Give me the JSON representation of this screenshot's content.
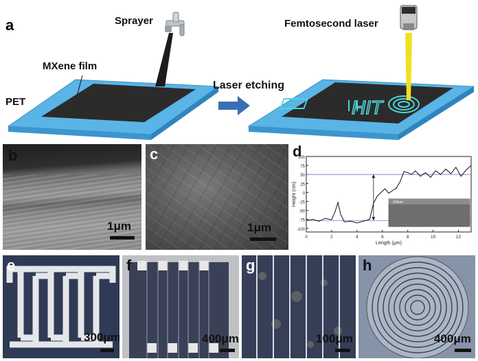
{
  "panel_a": {
    "label": "a",
    "pet": "PET",
    "mxene": "MXene film",
    "sprayer": "Sprayer",
    "laser_etching": "Laser etching",
    "femto": "Femtosecond laser",
    "hit_text": "HIT"
  },
  "panel_b": {
    "label": "b",
    "scale": "1μm"
  },
  "panel_c": {
    "label": "c",
    "scale": "1μm"
  },
  "panel_d": {
    "label": "d",
    "inset_scale": "100nm",
    "chart_data": {
      "type": "line",
      "xlabel": "Length (μm)",
      "ylabel": "Height (nm)",
      "xlim": [
        0,
        13
      ],
      "ylim": [
        -110,
        100
      ],
      "xticks": [
        "0",
        "2",
        "4",
        "6",
        "8",
        "10",
        "12"
      ],
      "yticks": [
        "-100",
        "-75",
        "-50",
        "-25",
        "0",
        "25",
        "50",
        "75",
        "100"
      ],
      "reference_lines": [
        -78,
        50
      ],
      "series": [
        {
          "x": [
            0,
            0.5,
            1.0,
            1.5,
            2.0,
            2.3,
            2.5,
            2.7,
            3.0,
            3.5,
            4.0,
            4.5,
            5.0,
            5.3,
            5.6,
            5.9,
            6.2,
            6.5,
            6.8,
            7.1,
            7.4,
            7.7,
            8.0,
            8.3,
            8.6,
            9.0,
            9.4,
            9.8,
            10.2,
            10.6,
            11.0,
            11.4,
            11.8,
            12.2,
            12.6,
            13.0
          ],
          "y": [
            -78,
            -75,
            -80,
            -72,
            -76,
            -50,
            -28,
            -60,
            -82,
            -80,
            -85,
            -80,
            -75,
            -30,
            -10,
            0,
            10,
            -2,
            5,
            12,
            30,
            58,
            55,
            50,
            60,
            45,
            55,
            42,
            60,
            50,
            65,
            52,
            70,
            45,
            62,
            75
          ]
        }
      ]
    }
  },
  "panel_e": {
    "label": "e",
    "scale": "300μm"
  },
  "panel_f": {
    "label": "f",
    "scale": "400μm"
  },
  "panel_g": {
    "label": "g",
    "scale": "100μm"
  },
  "panel_h": {
    "label": "h",
    "scale": "400μm"
  },
  "colors": {
    "pet": "#5ab4e6",
    "film": "#2a2a2a",
    "arrow": "#3a6fb5",
    "laser": "#f0e020",
    "etch": "#4dd6d8"
  }
}
